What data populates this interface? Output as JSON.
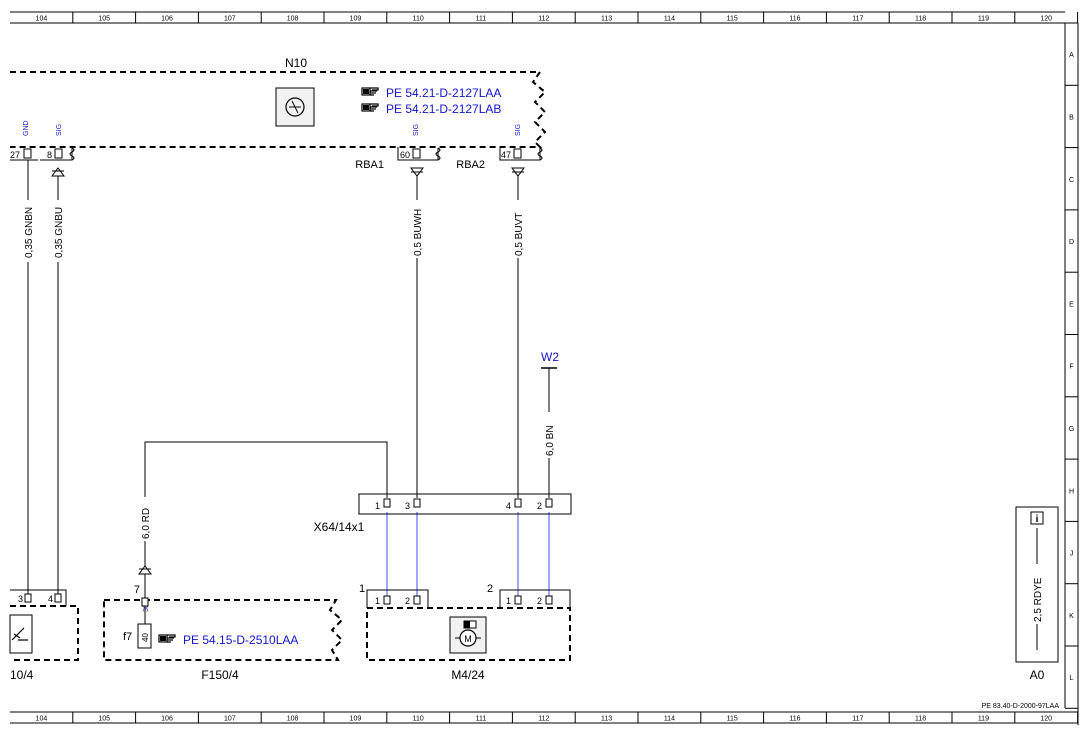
{
  "columns": [
    "104",
    "105",
    "106",
    "107",
    "108",
    "109",
    "110",
    "111",
    "112",
    "113",
    "114",
    "115",
    "116",
    "117",
    "118",
    "119",
    "120"
  ],
  "rows": [
    "A",
    "B",
    "C",
    "D",
    "E",
    "F",
    "G",
    "H",
    "J",
    "K",
    "L"
  ],
  "footer_reference": "PE 83.40-D-2000-97LAA",
  "n10": {
    "title": "N10",
    "refs": [
      "PE 54.21-D-2127LAA",
      "PE 54.21-D-2127LAB"
    ],
    "pins": [
      {
        "num": "27",
        "tag": "GND"
      },
      {
        "num": "8",
        "tag": "SIG"
      },
      {
        "num": "60",
        "tag": "SIG",
        "name": "RBA1"
      },
      {
        "num": "47",
        "tag": "SIG",
        "name": "RBA2"
      }
    ]
  },
  "wires": [
    "0,35 GNBN",
    "0,35 GNBU",
    "0,5 BUWH",
    "0,5 BUVT",
    "6,0 BN",
    "6,0 RD",
    "2,5 RDYE"
  ],
  "w2_label": "W2",
  "x64": {
    "title": "X64/14x1",
    "pins": [
      "1",
      "3",
      "4",
      "2"
    ]
  },
  "f150": {
    "title": "F150/4",
    "pin_num": "7",
    "pin_tag": "30",
    "fuse_name": "f7",
    "fuse_value": "40",
    "ref": "PE 54.15-D-2510LAA"
  },
  "left_comp": {
    "title": "10/4",
    "pins": [
      "3",
      "4"
    ]
  },
  "m4_24": {
    "title": "M4/24",
    "group1": "1",
    "group2": "2",
    "pins": [
      "1",
      "2",
      "1",
      "2"
    ]
  },
  "a0": {
    "title": "A0",
    "info": "i"
  },
  "colors": {
    "ref_blue": "#1414d2",
    "wire_blue": "#3c50ff",
    "line": "#000000"
  }
}
